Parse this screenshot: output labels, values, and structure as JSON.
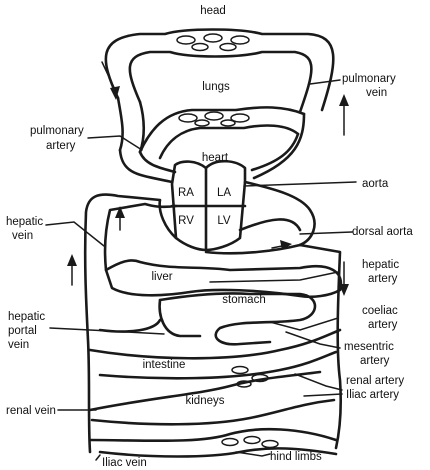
{
  "labels": {
    "head": "head",
    "lungs": "lungs",
    "pulmonary_vein_1": "pulmonary",
    "pulmonary_vein_2": "vein",
    "pulmonary_artery_1": "pulmonary",
    "pulmonary_artery_2": "artery",
    "heart": "heart",
    "ra": "RA",
    "la": "LA",
    "rv": "RV",
    "lv": "LV",
    "aorta": "aorta",
    "hepatic_vein_1": "hepatic",
    "hepatic_vein_2": "vein",
    "dorsal_aorta": "dorsal aorta",
    "liver": "liver",
    "hepatic_artery_1": "hepatic",
    "hepatic_artery_2": "artery",
    "stomach": "stomach",
    "hepatic_portal_vein_1": "hepatic",
    "hepatic_portal_vein_2": "portal",
    "hepatic_portal_vein_3": "vein",
    "coeliac_artery_1": "coeliac",
    "coeliac_artery_2": "artery",
    "mesentric_artery_1": "mesentric",
    "mesentric_artery_2": "artery",
    "intestine": "intestine",
    "renal_artery": "renal artery",
    "iliac_artery": "Iliac artery",
    "renal_vein": "renal vein",
    "kidneys": "kidneys",
    "hind_limbs": "hind limbs",
    "iliac_vein": "Iliac vein"
  }
}
